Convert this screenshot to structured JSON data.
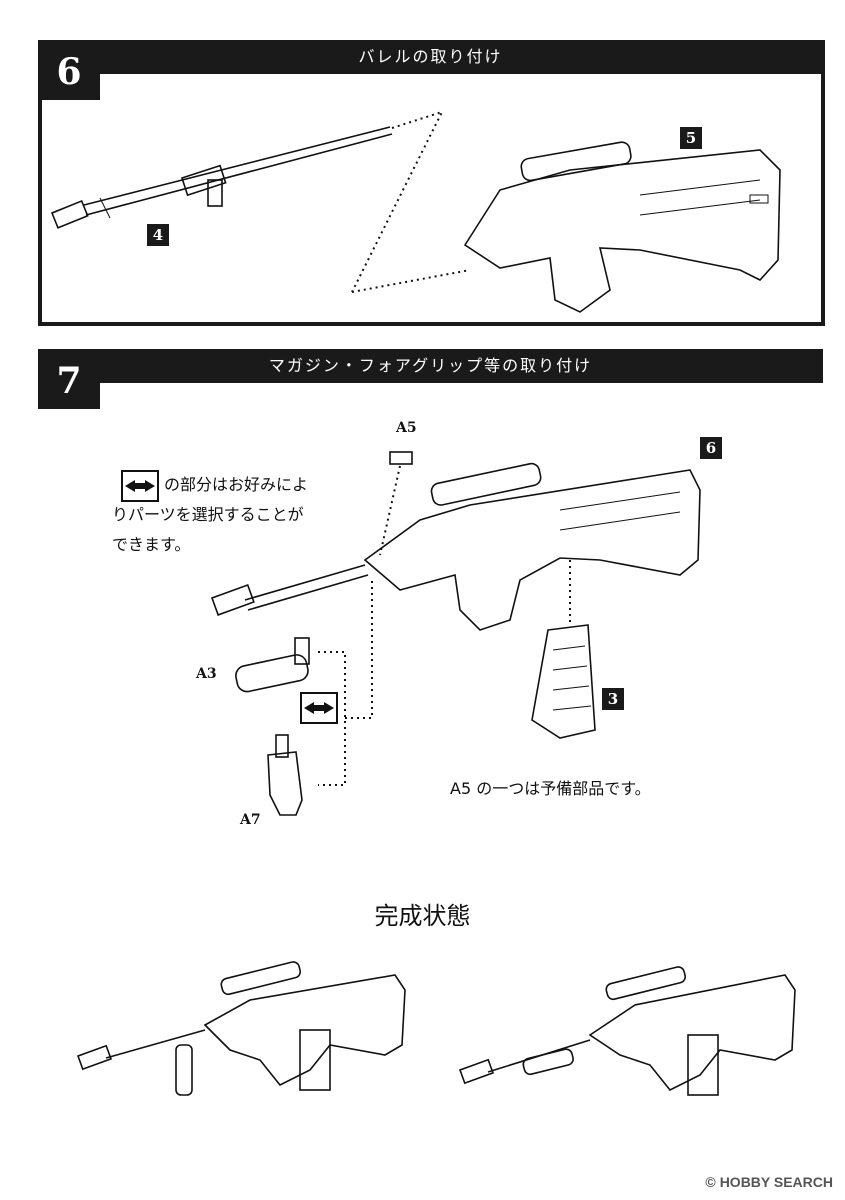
{
  "step6": {
    "number": "6",
    "title": "バレルの取り付け",
    "parts": {
      "barrel": "4",
      "body": "5"
    }
  },
  "step7": {
    "number": "7",
    "title": "マガジン・フォアグリップ等の取り付け",
    "parts": {
      "assembly": "6",
      "magazine": "3",
      "a5": "A5",
      "a3": "A3",
      "a7": "A7"
    },
    "note_lines": [
      "の部分はお好みによ",
      "りパーツを選択することが",
      "できます。"
    ],
    "spare_note": "A5 の一つは予備部品です。"
  },
  "completed": {
    "title": "完成状態"
  },
  "watermark": {
    "text": "HOBBY SEARCH",
    "symbol": "©"
  }
}
